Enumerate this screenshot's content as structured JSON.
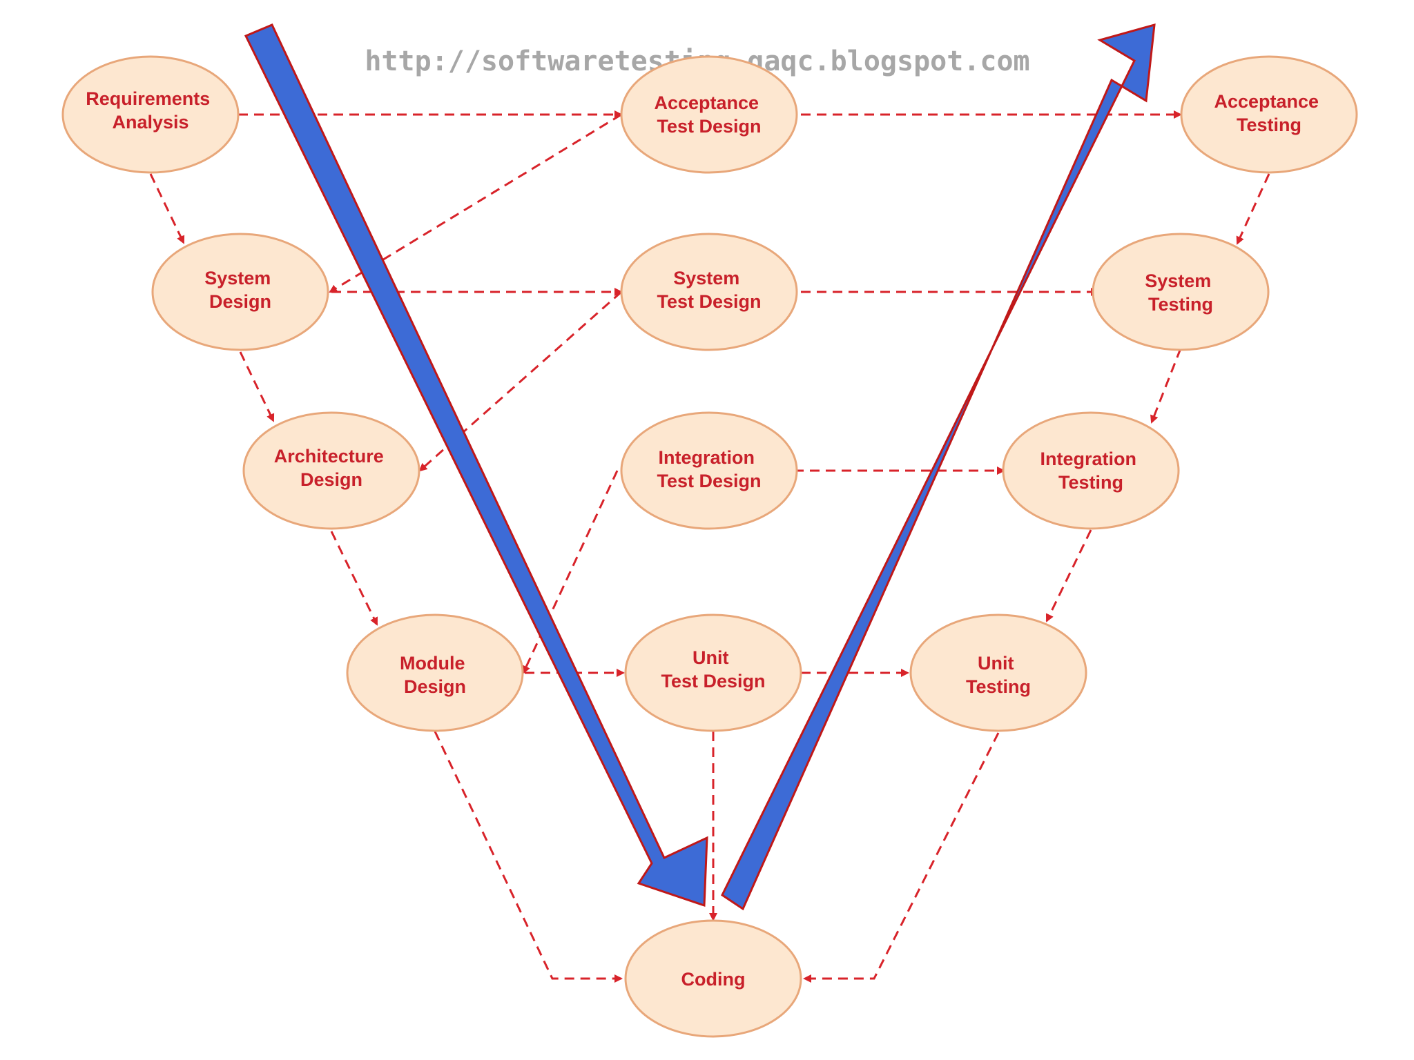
{
  "watermark": "http://softwaretesting-qaqc.blogspot.com",
  "colors": {
    "node_fill": "#fde7d0",
    "node_stroke": "#e8a77a",
    "text": "#c8202a",
    "dashed_arrow": "#d8232a",
    "v_arrow_fill": "#3d6bd6",
    "v_arrow_outline": "#c01818"
  },
  "nodes": {
    "requirements_analysis": [
      "Requirements",
      "Analysis"
    ],
    "system_design": [
      "System",
      "Design"
    ],
    "architecture_design": [
      "Architecture",
      "Design"
    ],
    "module_design": [
      "Module",
      "Design"
    ],
    "acceptance_test_design": [
      "Acceptance",
      "Test Design"
    ],
    "system_test_design": [
      "System",
      "Test Design"
    ],
    "integration_test_design": [
      "Integration",
      "Test Design"
    ],
    "unit_test_design": [
      "Unit",
      "Test Design"
    ],
    "acceptance_testing": [
      "Acceptance",
      "Testing"
    ],
    "system_testing": [
      "System",
      "Testing"
    ],
    "integration_testing": [
      "Integration",
      "Testing"
    ],
    "unit_testing": [
      "Unit",
      "Testing"
    ],
    "coding": [
      "Coding"
    ]
  }
}
